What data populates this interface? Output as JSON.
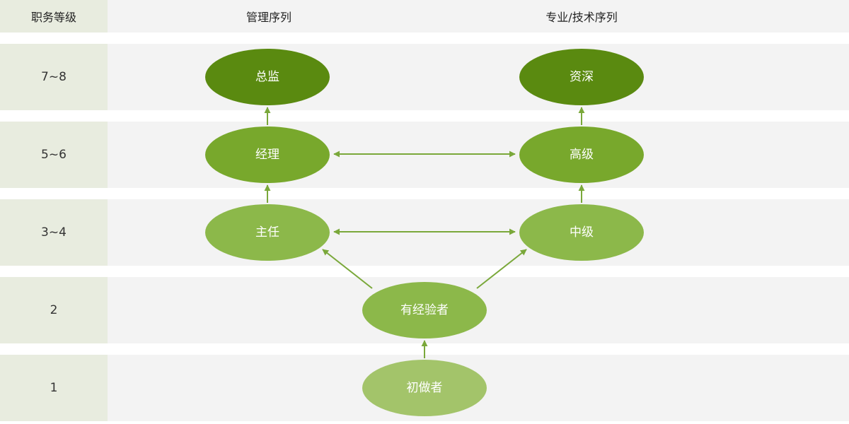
{
  "header": {
    "level_col": "职务等级",
    "management": "管理序列",
    "professional": "专业/技术序列"
  },
  "levels": [
    "7~8",
    "5~6",
    "3~4",
    "2",
    "1"
  ],
  "nodes": {
    "director": "总监",
    "senior": "资深",
    "manager": "经理",
    "senior_level": "高级",
    "supervisor": "主任",
    "intermediate": "中级",
    "experienced": "有经验者",
    "beginner": "初做者"
  },
  "colors": {
    "dark": "#5a8a10",
    "mid": "#78a82c",
    "light": "#8cb84a",
    "lighter": "#a3c46a",
    "arrow": "#7aa83a",
    "level_bg": "#e8ecdf",
    "row_bg": "#f3f3f3"
  }
}
